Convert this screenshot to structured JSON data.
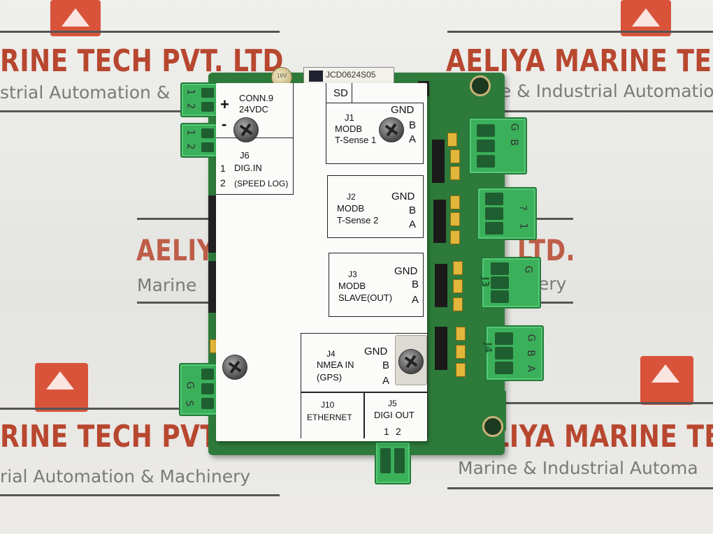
{
  "watermark": {
    "company_top_left": "RINE TECH PVT. LTD",
    "tagline_top_left": "strial Automation &",
    "company_top_right": "AELIYA MARINE TECH",
    "tagline_top_right": "ne & Industrial Automation",
    "company_mid_left": "AELIY",
    "tagline_mid_left": "Marine",
    "fragment_mid_right": "LTD.",
    "fragment_mid_right_small": "ery",
    "company_bottom_left": "RINE TECH PVT. LTD.",
    "tagline_bottom_left": "rial Automation & Machinery",
    "company_bottom_right": "AELIYA MARINE TEC",
    "tagline_bottom_right": "Marine & Industrial Automa"
  },
  "board": {
    "part_label": "JCD0624S05",
    "cap_label": "16V"
  },
  "panel": {
    "conn9": {
      "plus": "+",
      "minus": "-",
      "name": "CONN.9",
      "voltage": "24VDC"
    },
    "sd": "SD",
    "j6": {
      "name": "J6",
      "line1_num": "1",
      "line1": "DIG.IN",
      "line2_num": "2",
      "line2": "(SPEED LOG)"
    },
    "j1": {
      "name": "J1",
      "type": "MODB",
      "desc": "T-Sense 1",
      "gnd": "GND",
      "b": "B",
      "a": "A"
    },
    "j2": {
      "name": "J2",
      "type": "MODB",
      "desc": "T-Sense 2",
      "gnd": "GND",
      "b": "B",
      "a": "A"
    },
    "j3": {
      "name": "J3",
      "type": "MODB",
      "desc": "SLAVE(OUT)",
      "gnd": "GND",
      "b": "B",
      "a": "A"
    },
    "j4": {
      "name": "J4",
      "type": "NMEA IN",
      "desc": "(GPS)",
      "gnd": "GND",
      "b": "B",
      "a": "A"
    },
    "j10": {
      "name": "J10",
      "desc": "ETHERNET"
    },
    "j5": {
      "name": "J5",
      "desc": "DIGI OUT",
      "pin1": "1",
      "pin2": "2"
    }
  },
  "terminals": {
    "left_top_labels": [
      "1",
      "2"
    ],
    "left_mid_labels": [
      "1",
      "2"
    ],
    "left_bottom_labels": [
      "G",
      "S"
    ],
    "right_1_labels": [
      "G",
      "B"
    ],
    "right_2_labels": [
      "?",
      "1"
    ],
    "right_3_labels": [
      "G"
    ],
    "right_4_labels": [
      "G",
      "B",
      "A"
    ],
    "right_4_mark": "J4",
    "right_3_mark": "J3"
  }
}
